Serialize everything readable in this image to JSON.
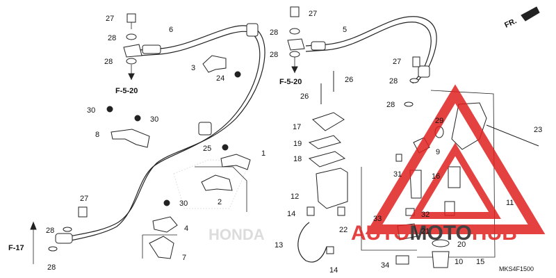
{
  "diagram": {
    "callouts": [
      {
        "id": "c27a",
        "text": "27"
      },
      {
        "id": "c28a",
        "text": "28"
      },
      {
        "id": "c6",
        "text": "6"
      },
      {
        "id": "c28b",
        "text": "28"
      },
      {
        "id": "c3",
        "text": "3"
      },
      {
        "id": "c24",
        "text": "24"
      },
      {
        "id": "c30a",
        "text": "30"
      },
      {
        "id": "c30b",
        "text": "30"
      },
      {
        "id": "c8",
        "text": "8"
      },
      {
        "id": "c25",
        "text": "25"
      },
      {
        "id": "c1",
        "text": "1"
      },
      {
        "id": "c2",
        "text": "2"
      },
      {
        "id": "c30c",
        "text": "30"
      },
      {
        "id": "c27b",
        "text": "27"
      },
      {
        "id": "c28c",
        "text": "28"
      },
      {
        "id": "c28d",
        "text": "28"
      },
      {
        "id": "c4",
        "text": "4"
      },
      {
        "id": "c7",
        "text": "7"
      },
      {
        "id": "c27c",
        "text": "27"
      },
      {
        "id": "c28e",
        "text": "28"
      },
      {
        "id": "c5",
        "text": "5"
      },
      {
        "id": "c28f",
        "text": "28"
      },
      {
        "id": "c26a",
        "text": "26"
      },
      {
        "id": "c26b",
        "text": "26"
      },
      {
        "id": "c17",
        "text": "17"
      },
      {
        "id": "c19",
        "text": "19"
      },
      {
        "id": "c18",
        "text": "18"
      },
      {
        "id": "c12",
        "text": "12"
      },
      {
        "id": "c14a",
        "text": "14"
      },
      {
        "id": "c13",
        "text": "13"
      },
      {
        "id": "c14b",
        "text": "14"
      },
      {
        "id": "c22",
        "text": "22"
      },
      {
        "id": "c27d",
        "text": "27"
      },
      {
        "id": "c28g",
        "text": "28"
      },
      {
        "id": "c28h",
        "text": "28"
      },
      {
        "id": "c29",
        "text": "29"
      },
      {
        "id": "c23",
        "text": "23"
      },
      {
        "id": "c9",
        "text": "9"
      },
      {
        "id": "c31",
        "text": "31"
      },
      {
        "id": "c16",
        "text": "16"
      },
      {
        "id": "c11",
        "text": "11"
      },
      {
        "id": "c32",
        "text": "32"
      },
      {
        "id": "c33",
        "text": "33"
      },
      {
        "id": "c21",
        "text": "21"
      },
      {
        "id": "c20",
        "text": "20"
      },
      {
        "id": "c34",
        "text": "34"
      },
      {
        "id": "c10",
        "text": "10"
      },
      {
        "id": "c15",
        "text": "15"
      }
    ],
    "refs": [
      {
        "id": "r1",
        "text": "F-5-20"
      },
      {
        "id": "r2",
        "text": "F-5-20"
      },
      {
        "id": "r3",
        "text": "F-17"
      },
      {
        "id": "r4",
        "text": "FR."
      }
    ],
    "diagram_code": "MKS4F1500",
    "watermark": {
      "brand_part1": "AUTO",
      "brand_part2": "MOTO",
      "brand_part3": "HUB",
      "red": "#e02020",
      "dark": "#222222"
    },
    "background_logo": "HONDA"
  }
}
